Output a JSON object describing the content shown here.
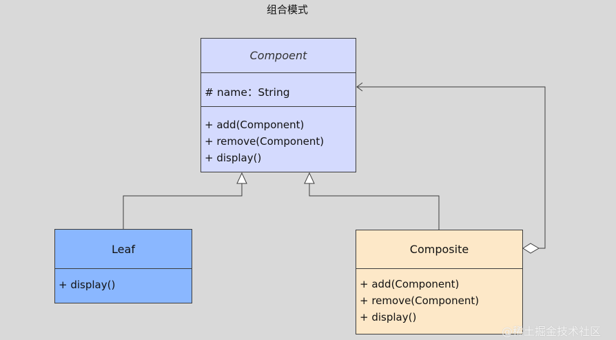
{
  "diagram": {
    "title": "组合模式",
    "component": {
      "name": "Compoent",
      "attributes": [
        "# name：String"
      ],
      "operations": [
        "+ add(Component)",
        "+ remove(Component)",
        "+ display()"
      ]
    },
    "leaf": {
      "name": "Leaf",
      "operations": [
        "+ display()"
      ]
    },
    "composite": {
      "name": "Composite",
      "operations": [
        "+ add(Component)",
        "+ remove(Component)",
        "+ display()"
      ]
    },
    "watermark": "@稀土掘金技术社区"
  },
  "colors": {
    "background": "#d9d9d9",
    "component_fill": "#d4dafe",
    "leaf_fill": "#8ab7ff",
    "composite_fill": "#fde8c8",
    "line": "#3c3c3c"
  }
}
